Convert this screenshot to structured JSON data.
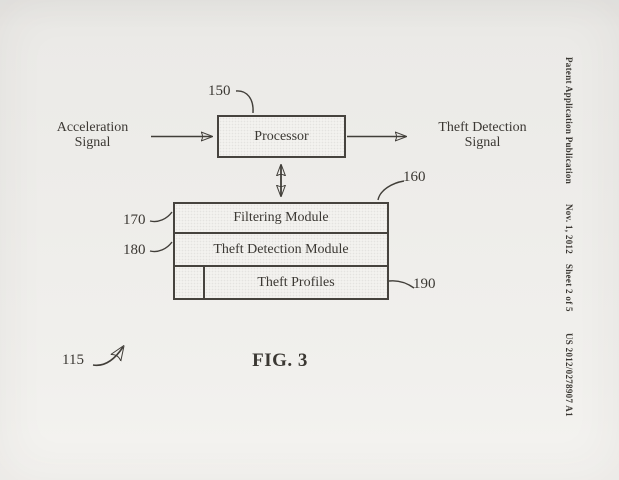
{
  "page": {
    "figure_caption": "FIG. 3",
    "background_color": "#ecebe8",
    "ink_color": "#3b3833",
    "box_fill_color": "#f3f2ef"
  },
  "margin": {
    "publication": "Patent Application Publication",
    "date": "Nov. 1, 2012",
    "sheet": "Sheet 2 of 5",
    "doc_number": "US 2012/0278907 A1"
  },
  "diagram": {
    "figure_ref": "115",
    "input_signal": {
      "line1": "Acceleration",
      "line2": "Signal"
    },
    "output_signal": {
      "line1": "Theft Detection",
      "line2": "Signal"
    },
    "processor": {
      "label": "Processor",
      "ref": "150"
    },
    "module_stack": {
      "ref": "160",
      "modules": [
        {
          "label": "Filtering Module",
          "ref": "170"
        },
        {
          "label": "Theft Detection Module",
          "ref": "180"
        },
        {
          "label": "Theft Profiles",
          "ref": "190"
        }
      ]
    }
  }
}
